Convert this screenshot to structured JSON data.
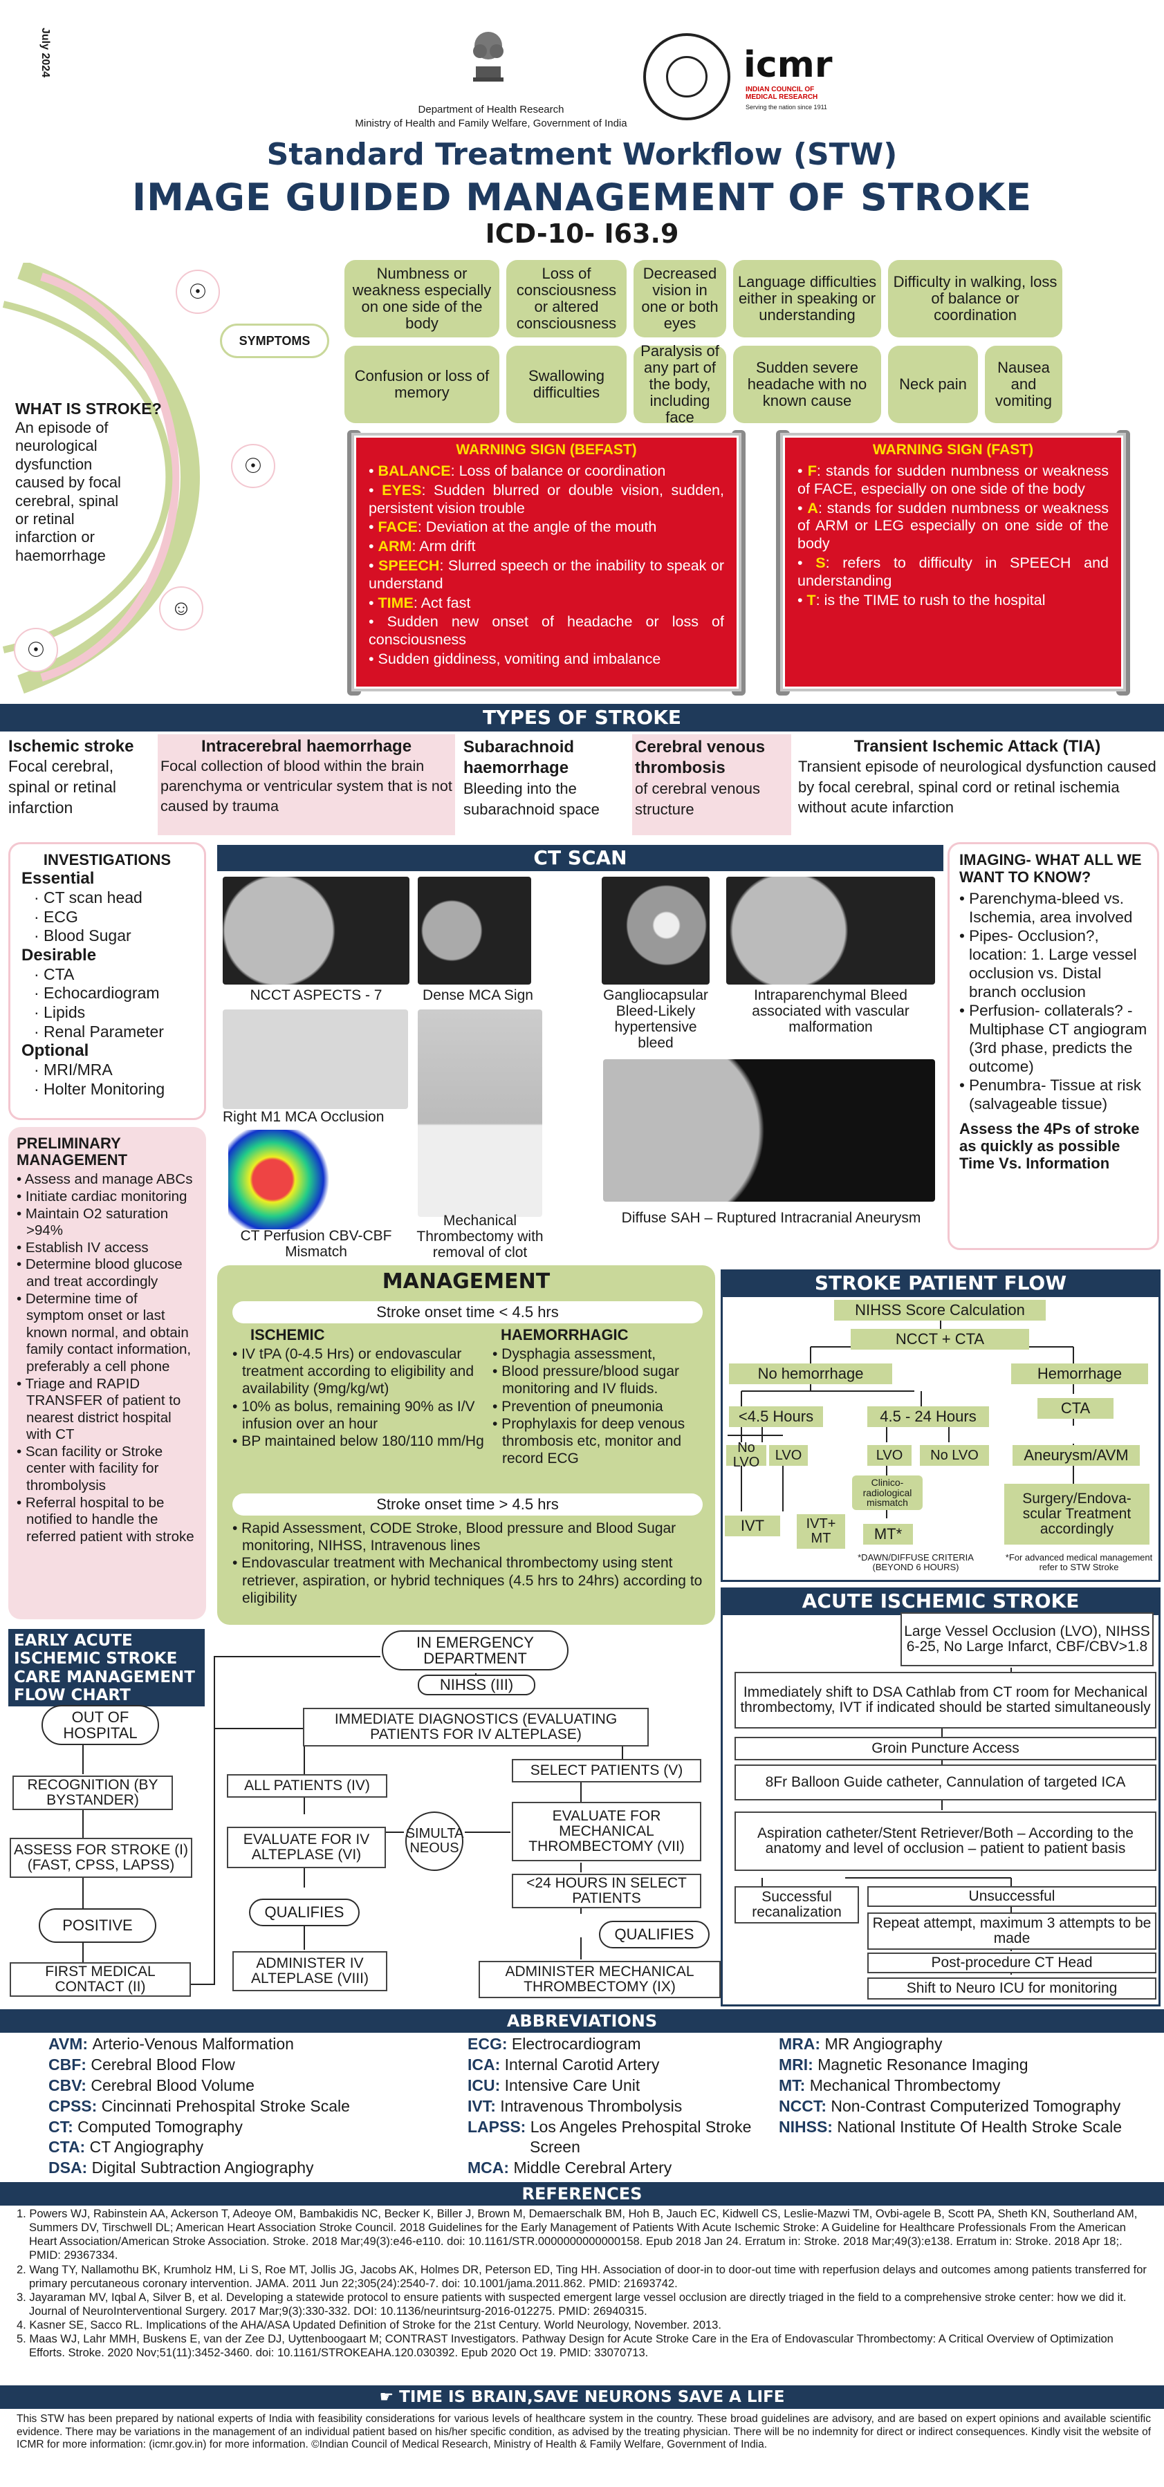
{
  "header": {
    "date": "July 2024",
    "dept": "Department of Health Research",
    "ministry": "Ministry of Health and Family Welfare, Government of India",
    "icmr": "icmr",
    "icmr_sub": "INDIAN COUNCIL OF MEDICAL RESEARCH",
    "icmr_tag": "Serving the nation since 1911"
  },
  "title": {
    "stw": "Standard Treatment Workflow (STW)",
    "main": "IMAGE GUIDED MANAGEMENT OF STROKE",
    "icd": "ICD-10- I63.9"
  },
  "what": {
    "heading": "WHAT IS STROKE?",
    "text": "An episode of neurological dysfunction caused by focal cerebral, spinal or retinal infarction or haemorrhage"
  },
  "symptoms": {
    "label": "SYMPTOMS",
    "items": [
      "Numbness or weakness especially on one side of the body",
      "Loss of consciousness or altered consciousness",
      "Decreased vision in one or both eyes",
      "Language difficulties either in speaking or understanding",
      "Difficulty in walking, loss of balance or coordination",
      "Confusion or loss of memory",
      "Swallowing difficulties",
      "Paralysis of any part of the body, including face",
      "Sudden severe headache with no known cause",
      "Neck pain",
      "Nausea and vomiting"
    ]
  },
  "befast": {
    "title": "WARNING SIGN (BEFAST)",
    "items": [
      {
        "k": "BALANCE",
        "v": ": Loss of balance or coordination"
      },
      {
        "k": "EYES",
        "v": ": Sudden blurred or double vision, sudden, persistent vision trouble"
      },
      {
        "k": "FACE",
        "v": ": Deviation at the angle of the mouth"
      },
      {
        "k": "ARM",
        "v": ": Arm drift"
      },
      {
        "k": "SPEECH",
        "v": ": Slurred speech or the inability to speak or understand"
      },
      {
        "k": "TIME",
        "v": ": Act fast"
      },
      {
        "k": "",
        "v": "Sudden new onset of headache or loss of consciousness"
      },
      {
        "k": "",
        "v": "Sudden giddiness, vomiting and imbalance"
      }
    ]
  },
  "fast": {
    "title": "WARNING SIGN (FAST)",
    "items": [
      {
        "k": "F",
        "v": ": stands for sudden numbness or weakness of FACE, especially on one side of the body"
      },
      {
        "k": "A",
        "v": ": stands for sudden numbness or weakness of ARM or LEG especially on one side of the body"
      },
      {
        "k": "S",
        "v": ": refers to difficulty in SPEECH and understanding"
      },
      {
        "k": "T",
        "v": ": is the TIME to rush to the hospital"
      }
    ]
  },
  "types": {
    "title": "TYPES OF STROKE",
    "items": [
      {
        "h": "Ischemic stroke",
        "t": "Focal cerebral, spinal or retinal infarction"
      },
      {
        "h": "Intracerebral haemorrhage",
        "t": "Focal collection of blood within the brain parenchyma or ventricular system that is not caused by trauma"
      },
      {
        "h": "Subarachnoid haemorrhage",
        "t": "Bleeding into the subarachnoid space"
      },
      {
        "h": "Cerebral venous thrombosis",
        "t": "of cerebral venous structure"
      },
      {
        "h": "Transient Ischemic Attack (TIA)",
        "t": "Transient episode of neurological dysfunction caused by focal cerebral, spinal cord or retinal ischemia without acute infarction"
      }
    ]
  },
  "invest": {
    "title": "INVESTIGATIONS",
    "essential": "Essential",
    "ess": [
      "CT scan head",
      "ECG",
      "Blood Sugar"
    ],
    "desirable": "Desirable",
    "des": [
      "CTA",
      "Echocardiogram",
      "Lipids",
      "Renal Parameter"
    ],
    "optional": "Optional",
    "opt": [
      "MRI/MRA",
      "Holter Monitoring"
    ]
  },
  "ct": {
    "title": "CT SCAN",
    "caps": [
      "NCCT ASPECTS - 7",
      "Dense MCA Sign",
      "Gangliocapsular Bleed-Likely hypertensive bleed",
      "Intraparenchymal Bleed associated with vascular malformation",
      "Right M1 MCA Occlusion",
      "Mechanical Thrombectomy with removal of clot",
      "CT Perfusion CBV-CBF Mismatch",
      "Diffuse SAH – Ruptured Intracranial Aneurysm"
    ]
  },
  "imaging": {
    "title": "IMAGING- WHAT ALL WE WANT TO KNOW?",
    "items": [
      "Parenchyma-bleed vs. Ischemia, area involved",
      "Pipes- Occlusion?, location: 1. Large vessel occlusion vs. Distal branch occlusion",
      "Perfusion- collaterals? -Multiphase CT angiogram (3rd phase, predicts the outcome)",
      "Penumbra- Tissue at risk (salvageable tissue)"
    ],
    "assess": "Assess the 4Ps of stroke as quickly as possible",
    "time": "Time Vs. Information"
  },
  "prelim": {
    "title": "PRELIMINARY MANAGEMENT",
    "items": [
      "Assess and manage ABCs",
      "Initiate cardiac monitoring",
      "Maintain O2 saturation >94%",
      "Establish IV access",
      "Determine blood glucose and treat accordingly",
      "Determine time of symptom onset or last known normal, and obtain family contact information, preferably a cell phone",
      "Triage and RAPID TRANSFER of patient to nearest district hospital with CT",
      "Scan facility or Stroke center with facility for thrombolysis",
      "Referral hospital to be notified to handle the referred patient with stroke"
    ]
  },
  "mgmt": {
    "title": "MANAGEMENT",
    "onset1": "Stroke onset time < 4.5 hrs",
    "isch": "ISCHEMIC",
    "isch_items": [
      "IV tPA (0-4.5 Hrs) or endovascular treatment according to eligibility and availability (9mg/kg/wt)",
      "10% as bolus, remaining 90% as I/V infusion over an hour",
      "BP maintained below 180/110 mm/Hg"
    ],
    "haem": "HAEMORRHAGIC",
    "haem_items": [
      "Dysphagia assessment,",
      "Blood pressure/blood sugar monitoring and IV fluids.",
      "Prevention of pneumonia",
      "Prophylaxis for deep venous thrombosis etc, monitor and record ECG"
    ],
    "onset2": "Stroke onset time > 4.5 hrs",
    "late_items": [
      "Rapid Assessment, CODE Stroke, Blood pressure and Blood Sugar monitoring, NIHSS, Intravenous lines",
      "Endovascular treatment with Mechanical thrombectomy using stent retriever, aspiration, or hybrid techniques (4.5 hrs to 24hrs) according to eligibility"
    ]
  },
  "spf": {
    "title": "STROKE PATIENT FLOW",
    "nihss": "NIHSS Score Calculation",
    "ncct": "NCCT + CTA",
    "nohem": "No hemorrhage",
    "hem": "Hemorrhage",
    "lt45": "<4.5 Hours",
    "h4524": "4.5 - 24 Hours",
    "cta": "CTA",
    "nolvo": "No LVO",
    "lvo": "LVO",
    "lvo2": "LVO",
    "nolvo2": "No LVO",
    "aneurysm": "Aneurysm/AVM",
    "clinico": "Clinico-radiological mismatch",
    "ivt": "IVT",
    "ivtmt": "IVT+ MT",
    "mt": "MT*",
    "surgery": "Surgery/Endova-scular Treatment accordingly",
    "note1": "*DAWN/DIFFUSE CRITERIA (BEYOND 6 HOURS)",
    "note2": "*For advanced medical management refer to STW Stroke"
  },
  "early": {
    "title": "EARLY ACUTE ISCHEMIC STROKE CARE MANAGEMENT FLOW CHART",
    "emerg": "IN EMERGENCY DEPARTMENT",
    "nihss": "NIHSS (III)",
    "immediate": "IMMEDIATE DIAGNOSTICS (EVALUATING PATIENTS FOR IV ALTEPLASE)",
    "out": "OUT OF HOSPITAL",
    "recog": "RECOGNITION (BY BYSTANDER)",
    "assess": "ASSESS FOR STROKE (I) (FAST, CPSS, LAPSS)",
    "positive": "POSITIVE",
    "first": "FIRST MEDICAL CONTACT (II)",
    "allp": "ALL PATIENTS (IV)",
    "selp": "SELECT PATIENTS (V)",
    "evaliv": "EVALUATE FOR IV ALTEPLASE (VI)",
    "simul": "SIMULTA NEOUS",
    "evalmt": "EVALUATE FOR MECHANICAL THROMBECTOMY (VII)",
    "lt24": "<24 HOURS IN SELECT PATIENTS",
    "qual1": "QUALIFIES",
    "qual2": "QUALIFIES",
    "admiv": "ADMINISTER IV ALTEPLASE (VIII)",
    "admmt": "ADMINISTER MECHANICAL THROMBECTOMY (IX)"
  },
  "ais": {
    "title": "ACUTE ISCHEMIC STROKE",
    "lvo": "Large Vessel Occlusion (LVO), NIHSS 6-25, No Large Infarct, CBF/CBV>1.8",
    "shift": "Immediately shift to DSA Cathlab from CT room for Mechanical thrombectomy, IVT if indicated should be started simultaneously",
    "groin": "Groin Puncture Access",
    "guide": "8Fr Balloon Guide catheter, Cannulation of targeted ICA",
    "asp": "Aspiration catheter/Stent Retriever/Both – According to the anatomy and level of occlusion – patient to patient basis",
    "succ": "Successful recanalization",
    "unsucc": "Unsuccessful",
    "repeat": "Repeat attempt, maximum 3 attempts to be made",
    "post": "Post-procedure CT Head",
    "icu": "Shift to Neuro ICU for monitoring"
  },
  "abbr": {
    "title": "ABBREVIATIONS",
    "col1": [
      [
        "AVM:",
        "Arterio-Venous Malformation"
      ],
      [
        "CBF:",
        "Cerebral Blood Flow"
      ],
      [
        "CBV:",
        "Cerebral Blood Volume"
      ],
      [
        "CPSS:",
        "Cincinnati Prehospital Stroke Scale"
      ],
      [
        "CT:",
        "Computed Tomography"
      ],
      [
        "CTA:",
        "CT Angiography"
      ],
      [
        "DSA:",
        "Digital Subtraction Angiography"
      ]
    ],
    "col2": [
      [
        "ECG:",
        "Electrocardiogram"
      ],
      [
        "ICA:",
        "Internal Carotid Artery"
      ],
      [
        "ICU:",
        "Intensive Care Unit"
      ],
      [
        "IVT:",
        "Intravenous Thrombolysis"
      ],
      [
        "LAPSS:",
        "Los Angeles Prehospital Stroke Screen"
      ],
      [
        "MCA:",
        "Middle Cerebral Artery"
      ]
    ],
    "col3": [
      [
        "MRA:",
        "MR Angiography"
      ],
      [
        "MRI:",
        "Magnetic Resonance Imaging"
      ],
      [
        "MT:",
        "Mechanical Thrombectomy"
      ],
      [
        "NCCT:",
        "Non-Contrast Computerized Tomography"
      ],
      [
        "NIHSS:",
        "National Institute Of Health Stroke Scale"
      ]
    ]
  },
  "refs": {
    "title": "REFERENCES",
    "items": [
      "1. Powers WJ, Rabinstein AA, Ackerson T, Adeoye OM, Bambakidis NC, Becker K, Biller J, Brown M, Demaerschalk BM, Hoh B, Jauch EC, Kidwell CS, Leslie-Mazwi TM, Ovbi-agele B, Scott PA, Sheth KN, Southerland AM, Summers DV, Tirschwell DL; American Heart Association Stroke Council. 2018 Guidelines for the Early Management of Patients With Acute Ischemic Stroke: A Guideline for Healthcare Professionals From the American Heart Association/American Stroke Association. Stroke. 2018 Mar;49(3):e46-e110. doi: 10.1161/STR.0000000000000158. Epub 2018 Jan 24. Erratum in: Stroke. 2018 Mar;49(3):e138. Erratum in: Stroke. 2018 Apr 18;. PMID: 29367334.",
      "2. Wang TY, Nallamothu BK, Krumholz HM, Li S, Roe MT, Jollis JG, Jacobs AK, Holmes DR, Peterson ED, Ting HH. Association of door-in to door-out time with reperfusion delays and outcomes among patients transferred for primary percutaneous coronary intervention. JAMA. 2011 Jun 22;305(24):2540-7. doi: 10.1001/jama.2011.862. PMID: 21693742.",
      "3. Jayaraman MV, Iqbal A, Silver B, et al. Developing a statewide protocol to ensure patients with suspected emergent large vessel occlusion are directly triaged in the field to a comprehensive stroke center: how we did it. Journal of NeuroInterventional Surgery. 2017 Mar;9(3):330-332. DOI: 10.1136/neurintsurg-2016-012275. PMID: 26940315.",
      "4. Kasner SE, Sacco RL. Implications of the AHA/ASA Updated Definition of Stroke for the 21st Century. World Neurology, November. 2013.",
      "5. Maas WJ, Lahr MMH, Buskens E, van der Zee DJ, Uyttenboogaart M; CONTRAST Investigators. Pathway Design for Acute Stroke Care in the Era of Endovascular Thrombectomy: A Critical Overview of Optimization Efforts. Stroke. 2020 Nov;51(11):3452-3460. doi: 10.1161/STROKEAHA.120.030392. Epub 2020 Oct 19. PMID: 33070713."
    ]
  },
  "footer": {
    "banner": "TIME IS BRAIN,SAVE NEURONS SAVE A LIFE",
    "disclaimer": "This STW has been prepared by national experts of India with feasibility considerations for various levels of healthcare system in the country. These broad guidelines are advisory, and are based on expert opinions and available scientific evidence. There may be variations in the management of an individual patient based on his/her specific condition, as advised by the treating physician. There will be no indemnity for direct or indirect consequences. Kindly visit the website of ICMR for more information: (icmr.gov.in) for more information. ©Indian Council of Medical Research, Ministry of Health & Family Welfare, Government of India."
  }
}
